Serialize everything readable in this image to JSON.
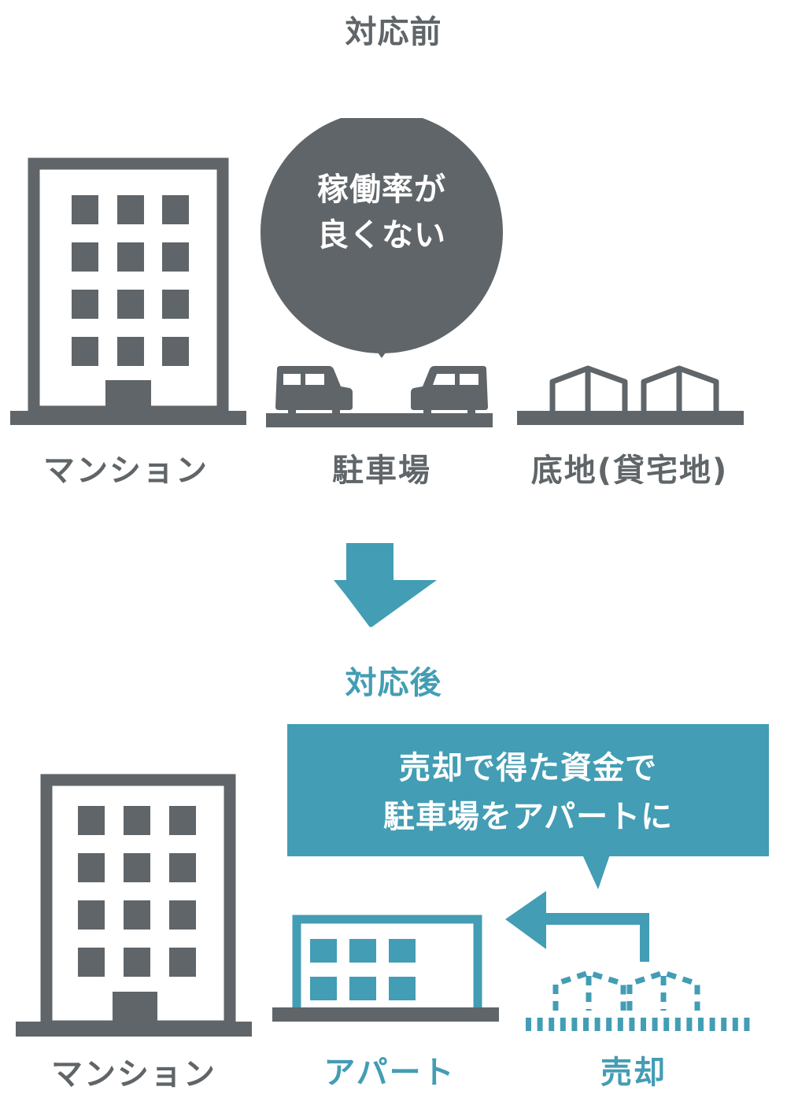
{
  "colors": {
    "gray": "#5f6568",
    "teal": "#439db4",
    "white": "#ffffff"
  },
  "before": {
    "title": "対応前",
    "speech_bubble": {
      "line1": "稼働率が",
      "line2": "良くない"
    },
    "items": [
      {
        "label": "マンション",
        "icon": "apartment-building-icon"
      },
      {
        "label": "駐車場",
        "icon": "parking-lot-cars-icon"
      },
      {
        "label": "底地(貸宅地)",
        "icon": "leased-land-houses-icon"
      }
    ]
  },
  "transition": {
    "icon": "down-arrow-icon"
  },
  "after": {
    "title": "対応後",
    "callout": {
      "line1": "売却で得た資金で",
      "line2": "駐車場をアパートに"
    },
    "items": [
      {
        "label": "マンション",
        "icon": "apartment-building-icon"
      },
      {
        "label": "アパート",
        "icon": "low-rise-apartment-icon"
      },
      {
        "label": "売却",
        "icon": "sold-land-dashed-houses-icon"
      }
    ],
    "flow_arrow_icon": "left-turn-arrow-icon"
  }
}
